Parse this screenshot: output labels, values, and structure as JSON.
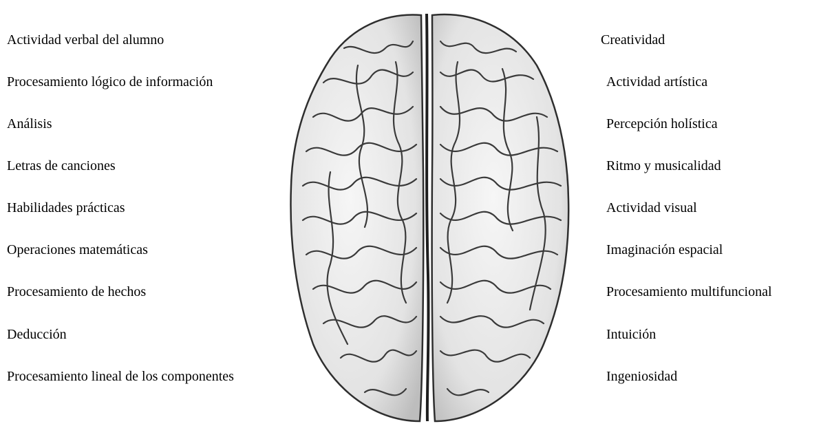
{
  "left_hemisphere": {
    "labels": [
      "Actividad verbal del alumno",
      "Procesamiento lógico de información",
      "Análisis",
      "Letras de canciones",
      "Habilidades prácticas",
      "Operaciones matemáticas",
      "Procesamiento de hechos",
      "Deducción",
      "Procesamiento lineal de los componentes"
    ]
  },
  "right_hemisphere": {
    "labels": [
      "Creatividad",
      "Actividad artística",
      "Percepción holística",
      "Ritmo y musicalidad",
      "Actividad visual",
      "Imaginación espacial",
      "Procesamiento multifuncional",
      "Intuición",
      "Ingeniosidad"
    ]
  },
  "illustration": {
    "icon": "brain-top-view-icon",
    "ink_color": "#3a3a3a",
    "fill_color": "#efefef"
  }
}
